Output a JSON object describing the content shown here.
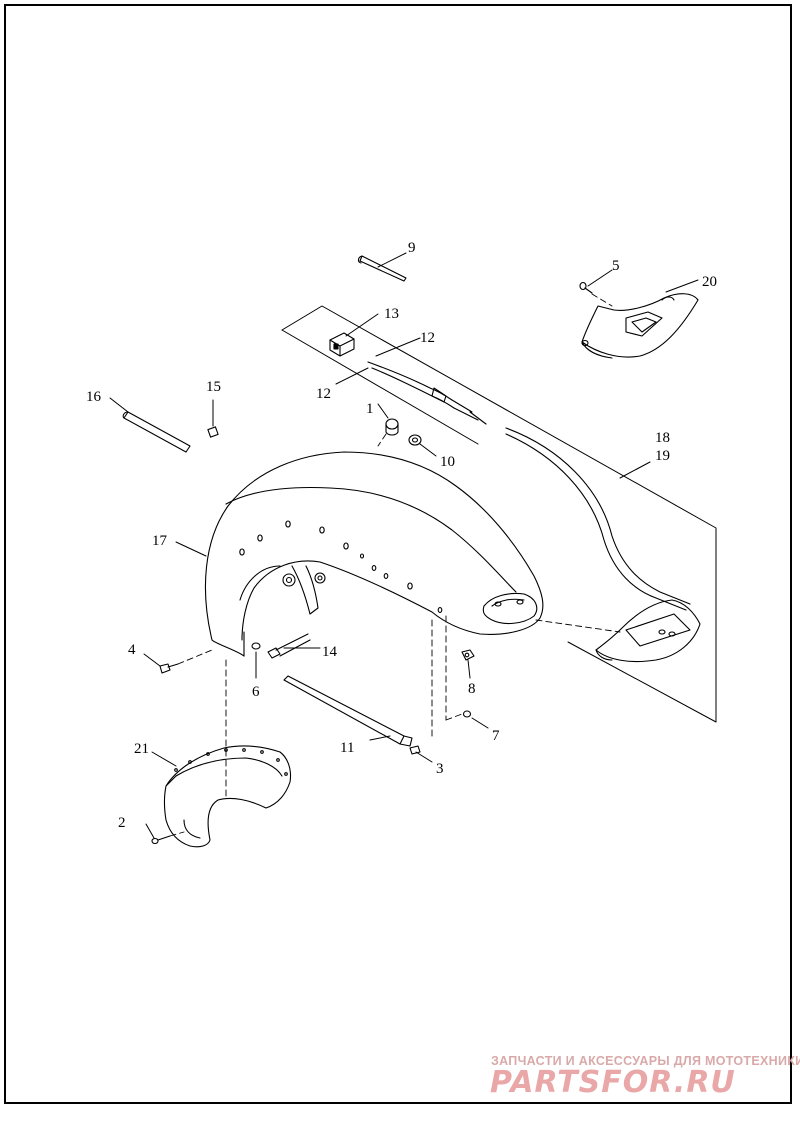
{
  "callouts": [
    {
      "id": "c1",
      "text": "1"
    },
    {
      "id": "c2",
      "text": "2"
    },
    {
      "id": "c3",
      "text": "3"
    },
    {
      "id": "c4",
      "text": "4"
    },
    {
      "id": "c5",
      "text": "5"
    },
    {
      "id": "c6",
      "text": "6"
    },
    {
      "id": "c7",
      "text": "7"
    },
    {
      "id": "c8",
      "text": "8"
    },
    {
      "id": "c9",
      "text": "9"
    },
    {
      "id": "c10",
      "text": "10"
    },
    {
      "id": "c11",
      "text": "11"
    },
    {
      "id": "c12a",
      "text": "12"
    },
    {
      "id": "c12b",
      "text": "12"
    },
    {
      "id": "c13",
      "text": "13"
    },
    {
      "id": "c14",
      "text": "14"
    },
    {
      "id": "c15",
      "text": "15"
    },
    {
      "id": "c16",
      "text": "16"
    },
    {
      "id": "c17",
      "text": "17"
    },
    {
      "id": "c18",
      "text": "18"
    },
    {
      "id": "c19",
      "text": "19"
    },
    {
      "id": "c20",
      "text": "20"
    },
    {
      "id": "c21",
      "text": "21"
    }
  ],
  "watermark": {
    "tagline": "ЗАПЧАСТИ И АКСЕССУАРЫ ДЛЯ МОТОТЕХНИКИ",
    "logo": "PARTSFOR.RU",
    "color": "#e9a7a7"
  }
}
